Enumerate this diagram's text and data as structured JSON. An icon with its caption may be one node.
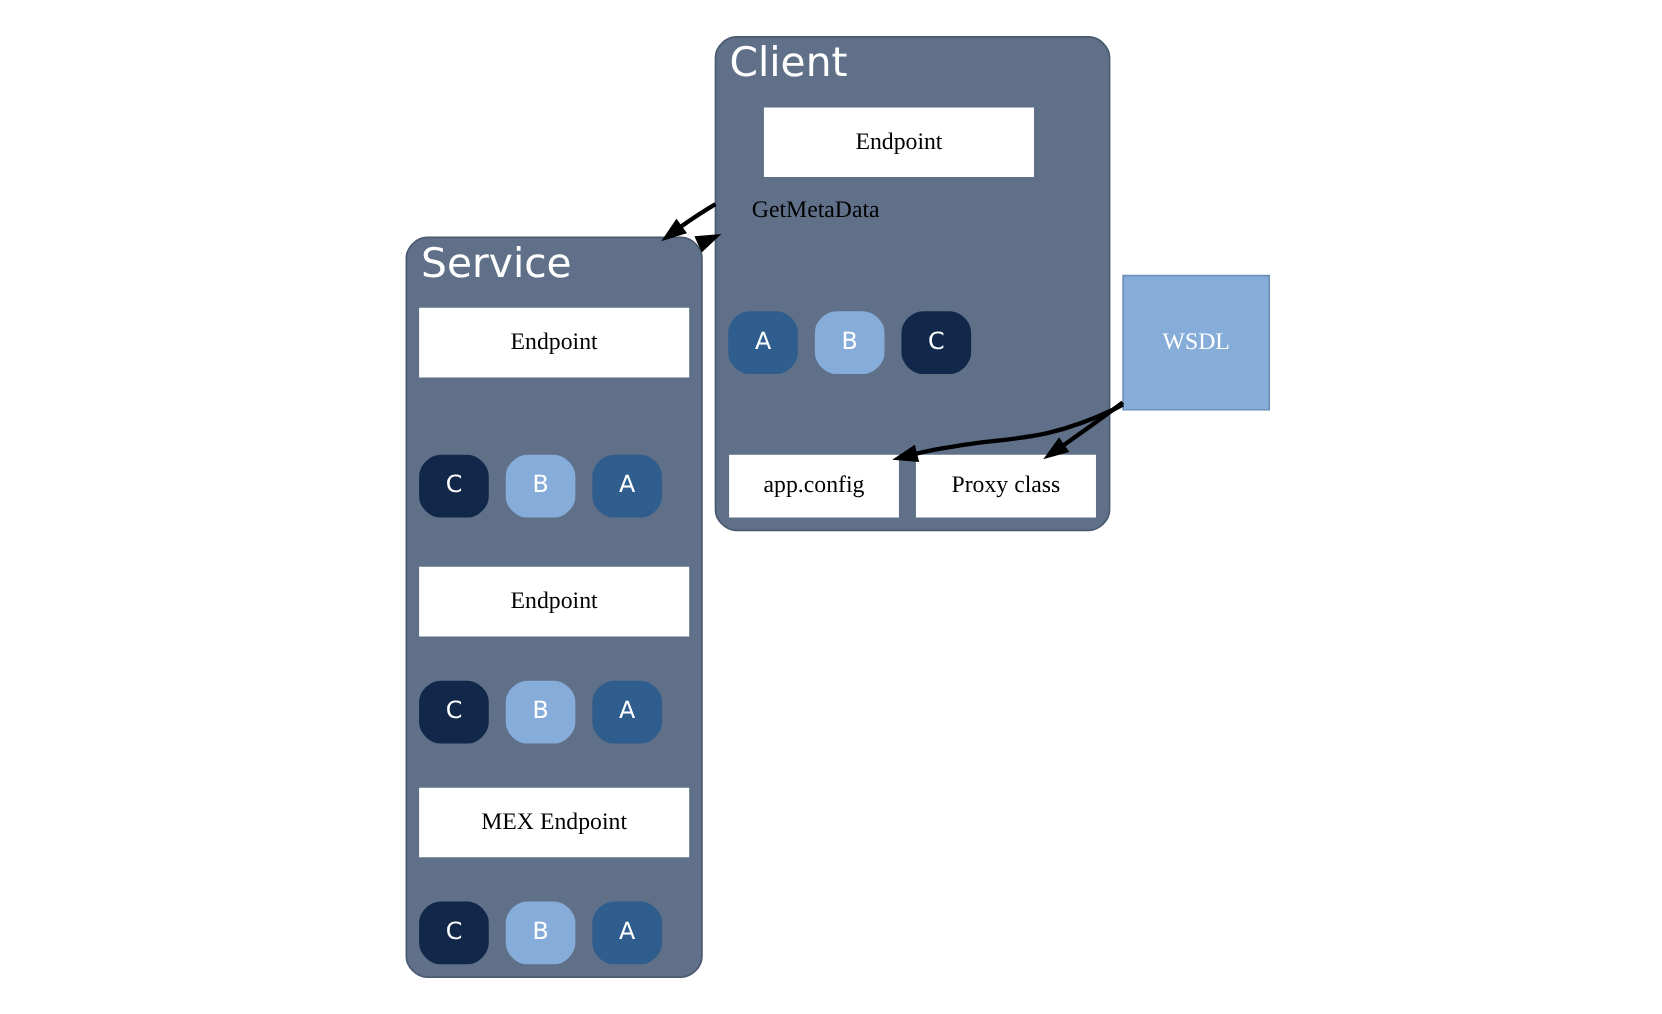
{
  "diagram": {
    "nodes": [
      {
        "text": [
          "Client"
        ]
      },
      {
        "text": [
          "Endpoint"
        ],
        "in": 0
      },
      {
        "text": [
          "C"
        ],
        "in": 0
      },
      {
        "text": [
          "B"
        ],
        "in": 0
      },
      {
        "text": [
          "A"
        ],
        "in": 0
      },
      {
        "text": [
          "app.config"
        ],
        "in": 0
      },
      {
        "text": [
          "Proxy class"
        ],
        "in": 0
      },
      {
        "text": [
          "WSDL"
        ]
      },
      {
        "text": [
          "Service"
        ]
      },
      {
        "text": [
          "Endpoint"
        ],
        "in": 8
      },
      {
        "text": [
          "A"
        ],
        "in": 8
      },
      {
        "text": [
          "B"
        ],
        "in": 8
      },
      {
        "text": [
          "C"
        ],
        "in": 8
      },
      {
        "text": [
          "Endpoint"
        ],
        "in": 8
      },
      {
        "text": [
          "A"
        ],
        "in": 8
      },
      {
        "text": [
          "B"
        ],
        "in": 8
      },
      {
        "text": [
          "C"
        ],
        "in": 8
      },
      {
        "text": [
          "MEX Endpoint"
        ],
        "in": 8
      },
      {
        "text": [
          "A"
        ],
        "in": 8
      },
      {
        "text": [
          "B"
        ],
        "in": 8
      },
      {
        "text": [
          "C"
        ],
        "in": 8
      }
    ],
    "edges": [
      {
        "from": 0,
        "to": 8,
        "arrow": "to",
        "label": "GetMetaData"
      },
      {
        "from": 8,
        "to": 0,
        "arrow": "to"
      },
      {
        "from": 7,
        "to": 5,
        "arrow": "to"
      },
      {
        "from": 7,
        "to": 6,
        "arrow": "to"
      }
    ]
  }
}
